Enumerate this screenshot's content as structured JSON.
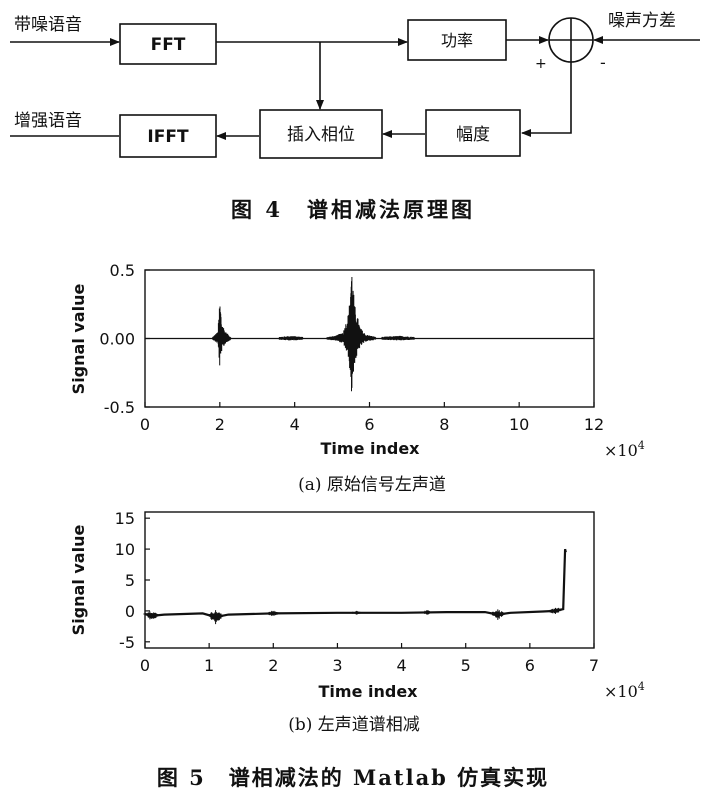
{
  "block_diagram": {
    "input_noisy": "带噪语音",
    "input_enhanced": "增强语音",
    "noise_variance": "噪声方差",
    "fft": "FFT",
    "ifft": "IFFT",
    "power": "功率",
    "insert_phase": "插入相位",
    "magnitude": "幅度",
    "plus_sign": "+",
    "minus_sign": "-"
  },
  "fig4_caption": "图 4　谱相减法原理图",
  "fig5_caption": "图 5　谱相减法的 Matlab 仿真实现",
  "colors": {
    "ink": "#111111",
    "background": "#ffffff"
  },
  "chart_data": [
    {
      "type": "line",
      "panel_label": "(a) 原始信号左声道",
      "xlabel": "Time index",
      "ylabel": "Signal value",
      "x_multiplier": "×10",
      "x_multiplier_exp": "4",
      "xlim": [
        0,
        12
      ],
      "ylim": [
        -0.5,
        0.5
      ],
      "xticks": [
        "0",
        "2",
        "4",
        "6",
        "8",
        "10",
        "12"
      ],
      "yticks": [
        "0.5",
        "0.00",
        "-0.5"
      ],
      "grid": false,
      "envelope": [
        [
          0,
          0.01
        ],
        [
          1.8,
          0.01
        ],
        [
          1.95,
          0.05
        ],
        [
          2.0,
          0.3
        ],
        [
          2.05,
          0.12
        ],
        [
          2.15,
          0.05
        ],
        [
          2.3,
          0.01
        ],
        [
          3.5,
          0.01
        ],
        [
          3.9,
          0.02
        ],
        [
          4.3,
          0.01
        ],
        [
          4.8,
          0.01
        ],
        [
          5.1,
          0.02
        ],
        [
          5.3,
          0.05
        ],
        [
          5.45,
          0.2
        ],
        [
          5.52,
          0.55
        ],
        [
          5.6,
          0.25
        ],
        [
          5.75,
          0.08
        ],
        [
          5.9,
          0.03
        ],
        [
          6.2,
          0.01
        ],
        [
          6.8,
          0.02
        ],
        [
          7.3,
          0.01
        ],
        [
          8.1,
          0.01
        ],
        [
          12.0,
          0.0
        ]
      ]
    },
    {
      "type": "line",
      "panel_label": "(b) 左声道谱相减",
      "xlabel": "Time index",
      "ylabel": "Signal value",
      "x_multiplier": "×10",
      "x_multiplier_exp": "4",
      "xlim": [
        0,
        7
      ],
      "ylim": [
        -6,
        16
      ],
      "xticks": [
        "0",
        "1",
        "2",
        "3",
        "4",
        "5",
        "6",
        "7"
      ],
      "yticks": [
        "15",
        "10",
        "5",
        "0",
        "-5"
      ],
      "grid": false,
      "baseline_trace": [
        [
          0,
          -0.5
        ],
        [
          0.1,
          -0.8
        ],
        [
          0.3,
          -0.6
        ],
        [
          0.9,
          -0.4
        ],
        [
          1.1,
          -1.0
        ],
        [
          1.3,
          -0.6
        ],
        [
          2.0,
          -0.4
        ],
        [
          3.0,
          -0.3
        ],
        [
          4.0,
          -0.3
        ],
        [
          4.7,
          -0.2
        ],
        [
          5.3,
          -0.2
        ],
        [
          5.5,
          -0.6
        ],
        [
          5.7,
          -0.3
        ],
        [
          6.2,
          -0.1
        ],
        [
          6.4,
          0.0
        ],
        [
          6.52,
          0.3
        ],
        [
          6.55,
          10.0
        ],
        [
          6.56,
          9.5
        ]
      ],
      "noise_bursts": [
        [
          0.1,
          0.9
        ],
        [
          1.1,
          1.2
        ],
        [
          2.0,
          0.5
        ],
        [
          3.3,
          0.3
        ],
        [
          4.4,
          0.4
        ],
        [
          5.5,
          0.9
        ],
        [
          6.4,
          0.6
        ]
      ]
    }
  ]
}
